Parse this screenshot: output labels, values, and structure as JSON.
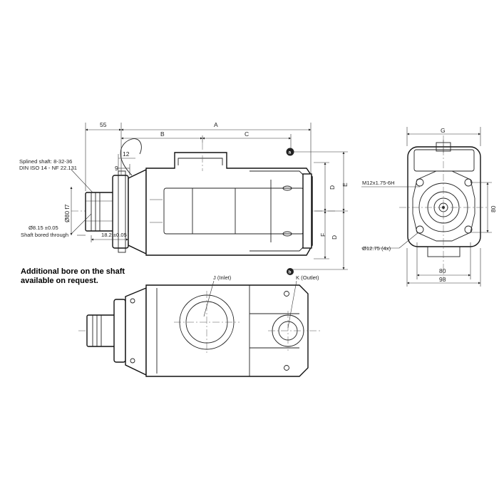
{
  "dimensions": {
    "d55": "55",
    "dA": "A",
    "dB": "B",
    "dC": "C",
    "d12": "12",
    "d9": "9",
    "dD1": "D",
    "dE": "E",
    "dF": "F",
    "dD2": "D",
    "dG": "G",
    "d80v": "80",
    "d80h": "80",
    "d98": "98",
    "phi80": "Ø80 f7",
    "d182": "18.2 ±0.05"
  },
  "labels": {
    "splined1": "Splined shaft: 8-32-36",
    "splined2": "DIN ISO 14 - NF 22.131",
    "bore1": "Ø8.15 ±0.05",
    "bore2": "Shaft bored through",
    "thread": "M12x1.75-6H",
    "holes": "Ø12.75 (4x)",
    "inlet": "J (Inlet)",
    "outlet": "K (Outlet)"
  },
  "ports": {
    "a": "a",
    "b": "b"
  },
  "note": {
    "line1": "Additional bore on the shaft",
    "line2": "available on request."
  }
}
